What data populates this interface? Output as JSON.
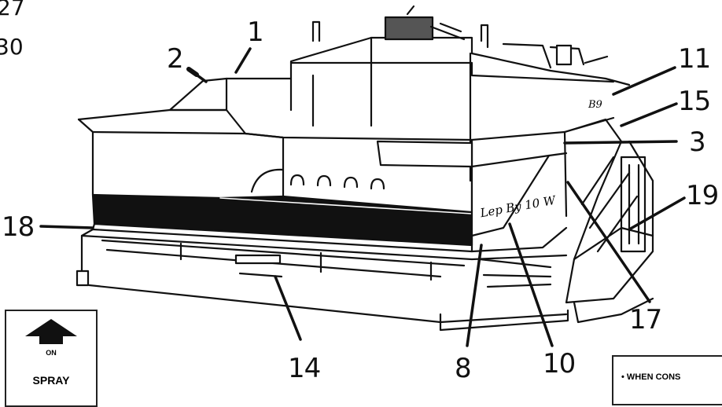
{
  "page_refs": [
    "27",
    "30"
  ],
  "callouts": [
    "1",
    "2",
    "3",
    "8",
    "10",
    "11",
    "14",
    "15",
    "17",
    "18",
    "19"
  ],
  "left_panel": {
    "icon": "arrow-up-icon",
    "on": "ON",
    "spray": "SPRAY"
  },
  "right_panel": {
    "text": "• WHEN CONS"
  },
  "markings": {
    "side": "Lep By 10 W",
    "badge": "B9"
  }
}
